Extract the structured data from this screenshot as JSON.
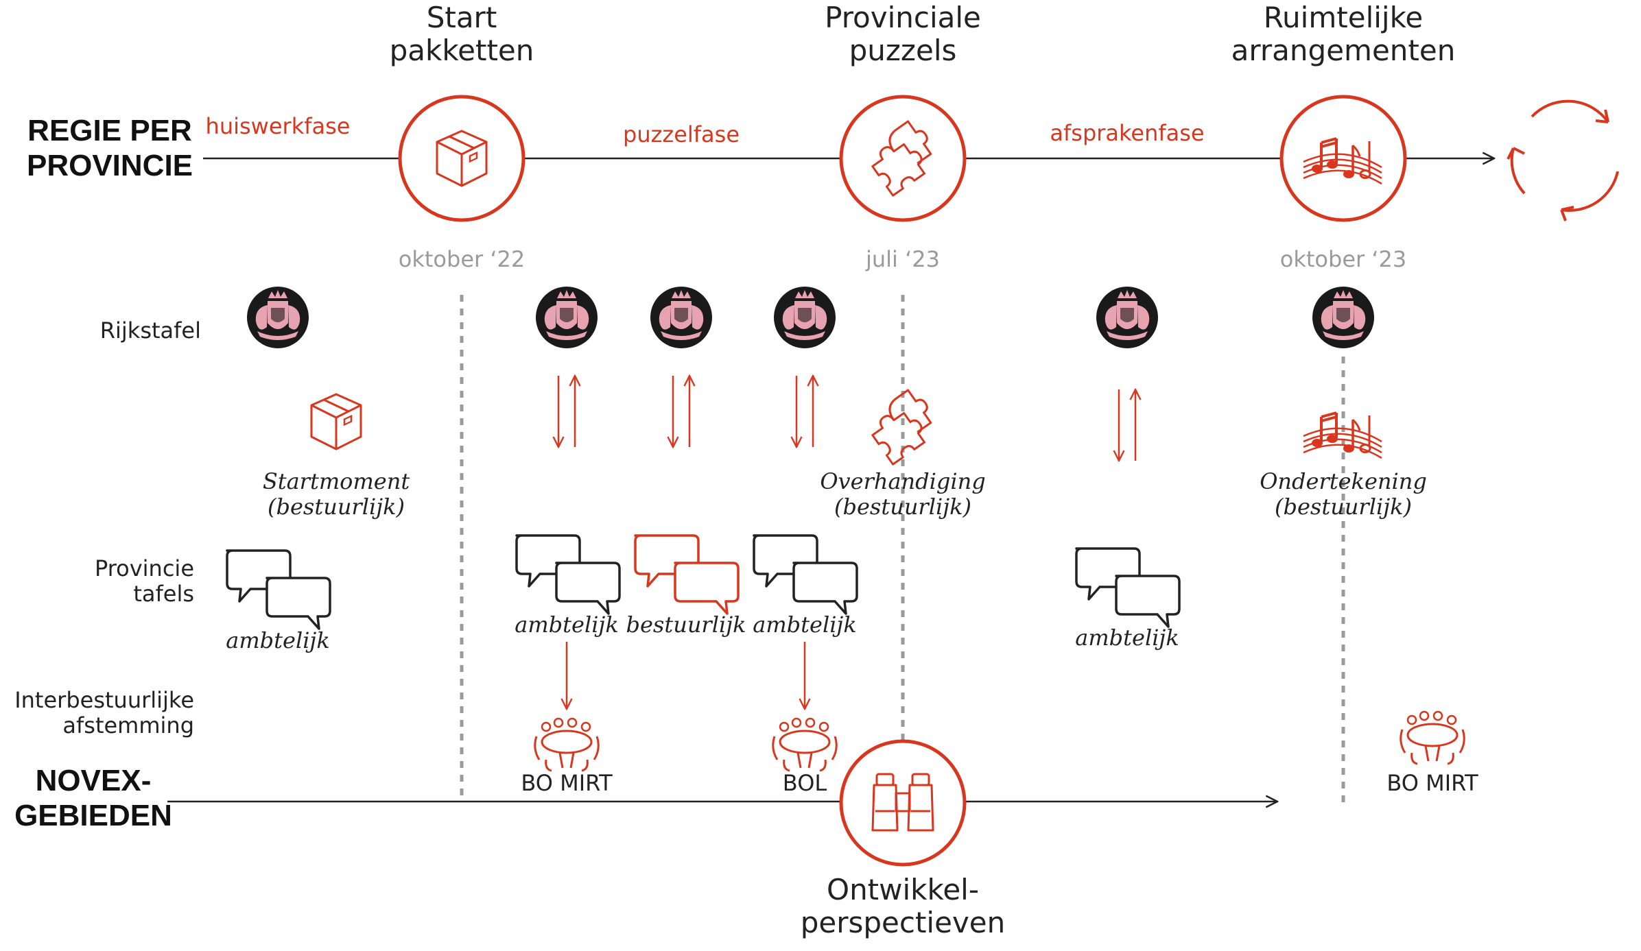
{
  "colors": {
    "accent": "#d9361e",
    "line": "#222222",
    "dotted": "#9a9a9a",
    "seal": "#1a1a1a",
    "seal_fill": "#e8a3b0"
  },
  "milestones": {
    "start": "Start\npakketten",
    "puzzels": "Provinciale\npuzzels",
    "arrangementen": "Ruimtelijke\narrangementen",
    "ontwikkel": "Ontwikkel-\nperspectieven"
  },
  "tracks": {
    "regie": "REGIE PER\nPROVINCIE",
    "novex": "NOVEX-\nGEBIEDEN"
  },
  "phases": {
    "huiswerk": "huiswerkfase",
    "puzzel": "puzzelfase",
    "afspraken": "afsprakenfase"
  },
  "dates": {
    "d1": "oktober ‘22",
    "d2": "juli ‘23",
    "d3": "oktober ‘23"
  },
  "rows": {
    "rijkstafel": "Rijkstafel",
    "provincie": "Provincie\ntafels",
    "inter": "Interbestuurlijke\nafstemming"
  },
  "events": {
    "startmoment": "Startmoment\n(bestuurlijk)",
    "overhandiging": "Overhandiging\n(bestuurlijk)",
    "ondertekening": "Ondertekening\n(bestuurlijk)"
  },
  "tables": {
    "t1": "ambtelijk",
    "t2": "ambtelijk",
    "t3": "bestuurlijk",
    "t4": "ambtelijk",
    "t5": "ambtelijk"
  },
  "meetings": {
    "m1": "BO MIRT",
    "m2": "BOL",
    "m3": "BO MIRT"
  },
  "icons": [
    "box-icon",
    "puzzle-icon",
    "music-notes-icon",
    "cycle-arrows-icon",
    "binoculars-icon",
    "royal-seal-icon",
    "speech-bubbles-icon",
    "meeting-table-icon",
    "exchange-arrows-icon"
  ]
}
